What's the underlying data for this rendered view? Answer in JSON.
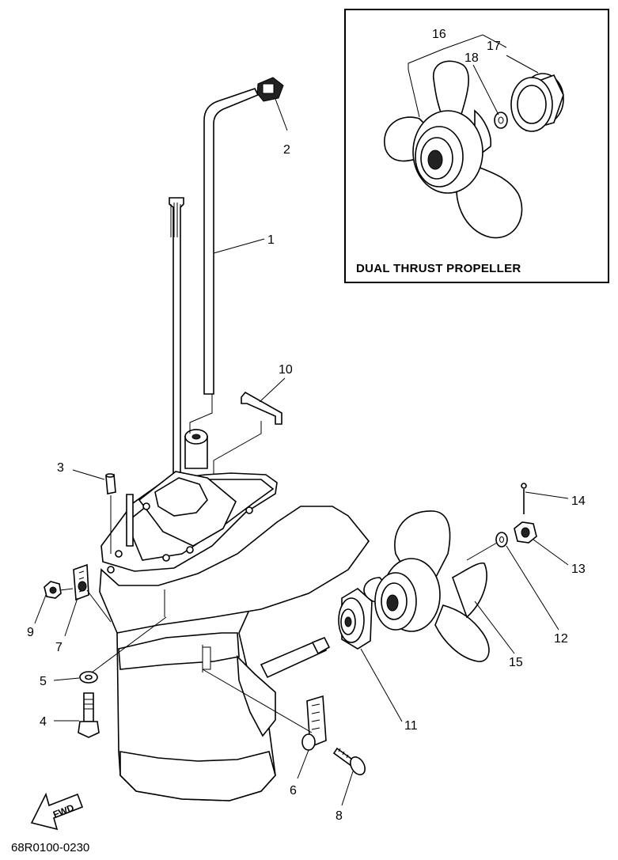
{
  "inset": {
    "title": "DUAL THRUST PROPELLER",
    "callouts": [
      "16",
      "17",
      "18"
    ]
  },
  "callouts": [
    "1",
    "2",
    "3",
    "4",
    "5",
    "6",
    "7",
    "8",
    "9",
    "10",
    "11",
    "12",
    "13",
    "14",
    "15"
  ],
  "forward_arrow_label": "FWD",
  "drawing_code": "68R0100-0230"
}
